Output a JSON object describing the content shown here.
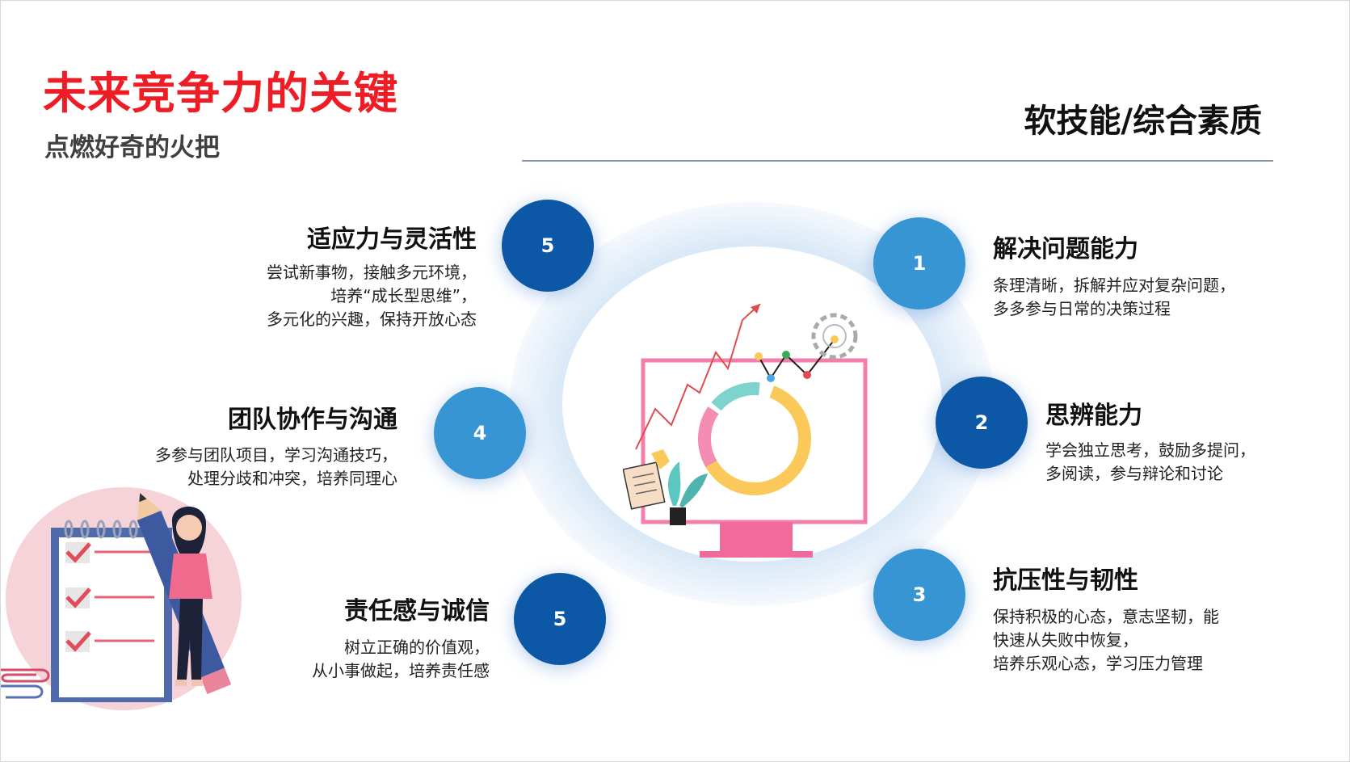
{
  "header": {
    "title": "未来竞争力的关键",
    "subtitle": "点燃好奇的火把",
    "section_title": "软技能/综合素质"
  },
  "colors": {
    "title": "#ee1c24",
    "node_dark": "#0d57a7",
    "node_light": "#3695d2",
    "ring": "#e6f0fa"
  },
  "items": [
    {
      "number": "5",
      "title": "适应力与灵活性",
      "lines": [
        "尝试新事物，接触多元环境，",
        "培养“成长型思维”，",
        "多元化的兴趣，保持开放心态"
      ]
    },
    {
      "number": "4",
      "title": "团队协作与沟通",
      "lines": [
        "多参与团队项目，学习沟通技巧，",
        "处理分歧和冲突，培养同理心"
      ]
    },
    {
      "number": "5",
      "title": "责任感与诚信",
      "lines": [
        "树立正确的价值观，",
        "从小事做起，培养责任感"
      ]
    },
    {
      "number": "1",
      "title": "解决问题能力",
      "lines": [
        "条理清晰，拆解并应对复杂问题，",
        "多多参与日常的决策过程"
      ]
    },
    {
      "number": "2",
      "title": "思辨能力",
      "lines": [
        "学会独立思考，鼓励多提问，",
        "多阅读，参与辩论和讨论"
      ]
    },
    {
      "number": "3",
      "title": "抗压性与韧性",
      "lines": [
        "保持积极的心态，意志坚韧，能",
        "快速从失败中恢复，",
        "培养乐观心态，学习压力管理"
      ]
    }
  ],
  "illustrations": {
    "center": "computer-analytics-illustration",
    "left_bottom": "woman-with-pencil-checklist-illustration"
  }
}
